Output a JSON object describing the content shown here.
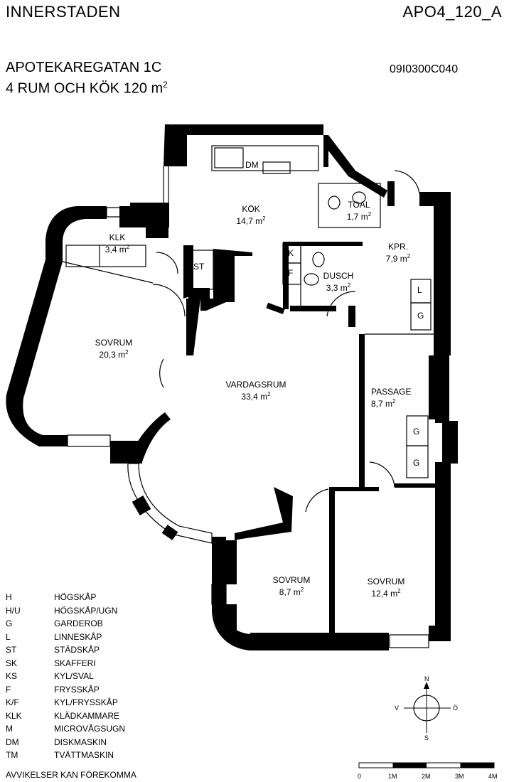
{
  "header": {
    "area": "INNERSTADEN",
    "apt_code": "APO4_120_A",
    "address": "APOTEKAREGATAN 1C",
    "size_text": "4 RUM OCH KÖK 120 m",
    "size_sup": "2",
    "ref_code": "09I0300C040"
  },
  "rooms": [
    {
      "key": "kok",
      "name": "KÖK",
      "area": "14,7 m",
      "sup": "2"
    },
    {
      "key": "toal",
      "name": "TOAL",
      "area": "1,7 m",
      "sup": "2"
    },
    {
      "key": "klk",
      "name": "KLK",
      "area": "3,4 m",
      "sup": "2"
    },
    {
      "key": "kpr",
      "name": "KPR.",
      "area": "7,9 m",
      "sup": "2"
    },
    {
      "key": "dusch",
      "name": "DUSCH",
      "area": "3,3 m",
      "sup": "2"
    },
    {
      "key": "sovrum1",
      "name": "SOVRUM",
      "area": "20,3 m",
      "sup": "2"
    },
    {
      "key": "vardagsrum",
      "name": "VARDAGSRUM",
      "area": "33,4 m",
      "sup": "2"
    },
    {
      "key": "passage",
      "name": "PASSAGE",
      "area": "8,7 m",
      "sup": "2"
    },
    {
      "key": "sovrum2",
      "name": "SOVRUM",
      "area": "8,7 m",
      "sup": "2"
    },
    {
      "key": "sovrum3",
      "name": "SOVRUM",
      "area": "12,4 m",
      "sup": "2"
    }
  ],
  "fixtures": {
    "dm": "DM",
    "st": "ST",
    "k": "K",
    "f": "F",
    "l": "L",
    "g1": "G",
    "g2": "G",
    "g3": "G"
  },
  "legend": [
    {
      "code": "H",
      "desc": "HÖGSKÅP"
    },
    {
      "code": "H/U",
      "desc": "HÖGSKÅP/UGN"
    },
    {
      "code": "G",
      "desc": "GARDEROB"
    },
    {
      "code": "L",
      "desc": "LINNESKÅP"
    },
    {
      "code": "ST",
      "desc": "STÄDSKÅP"
    },
    {
      "code": "SK",
      "desc": "SKAFFERI"
    },
    {
      "code": "KS",
      "desc": "KYL/SVAL"
    },
    {
      "code": "F",
      "desc": "FRYSSKÅP"
    },
    {
      "code": "K/F",
      "desc": "KYL/FRYSSKÅP"
    },
    {
      "code": "KLK",
      "desc": "KLÄDKAMMARE"
    },
    {
      "code": "M",
      "desc": "MICROVÅGSUGN"
    },
    {
      "code": "DM",
      "desc": "DISKMASKIN"
    },
    {
      "code": "TM",
      "desc": "TVÄTTMASKIN"
    }
  ],
  "compass": {
    "n": "N",
    "s": "S",
    "v": "V",
    "o": "Ö"
  },
  "scale": {
    "labels": [
      "0",
      "1M",
      "2M",
      "3M",
      "4M"
    ]
  },
  "footer": {
    "note": "AVVIKELSER KAN FÖREKOMMA"
  }
}
